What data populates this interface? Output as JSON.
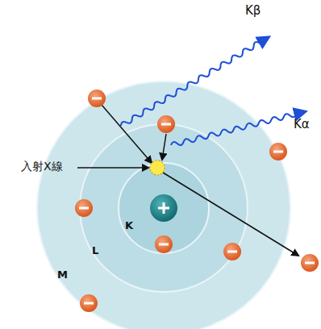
{
  "diagram": {
    "labels": [
      "Kβ",
      "Kα",
      "入射X線",
      "K",
      "L",
      "M"
    ]
  }
}
